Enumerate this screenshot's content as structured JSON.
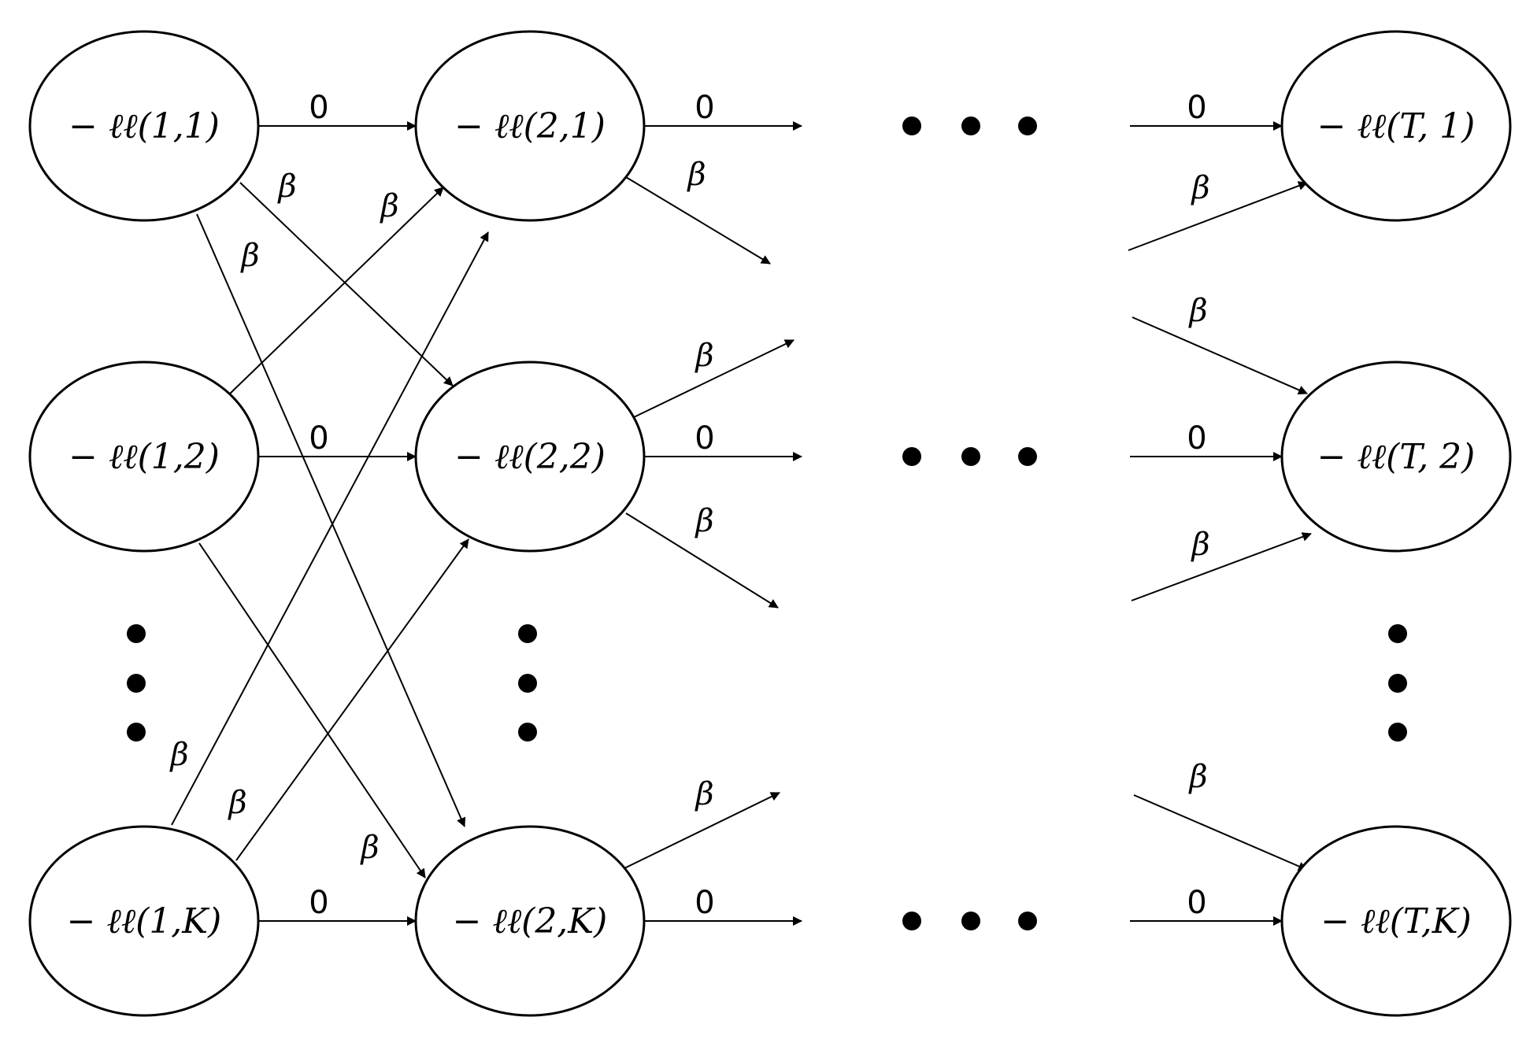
{
  "nodes": {
    "n11": "− ℓℓ(1,1)",
    "n12": "− ℓℓ(1,2)",
    "n1K": "− ℓℓ(1,K)",
    "n21": "− ℓℓ(2,1)",
    "n22": "− ℓℓ(2,2)",
    "n2K": "− ℓℓ(2,K)",
    "nT1": "− ℓℓ(T, 1)",
    "nT2": "− ℓℓ(T, 2)",
    "nTK": "− ℓℓ(T,K)"
  },
  "edge_labels": {
    "stay": "0",
    "switch": "β"
  },
  "colors": {
    "stroke": "#000000",
    "background": "#ffffff"
  }
}
